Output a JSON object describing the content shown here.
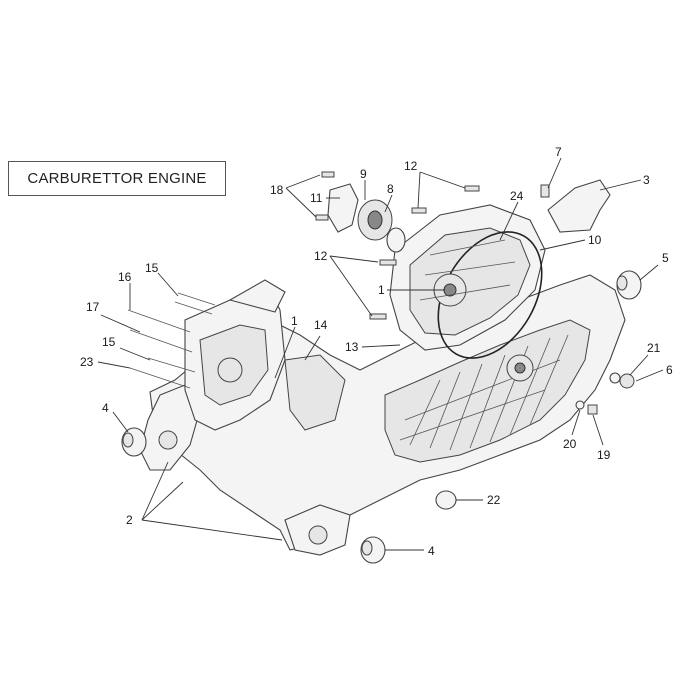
{
  "title": "CARBURETTOR ENGINE",
  "callouts": {
    "c18": "18",
    "c11": "11",
    "c9": "9",
    "c8": "8",
    "c12a": "12",
    "c7": "7",
    "c3": "3",
    "c24": "24",
    "c10": "10",
    "c12b": "12",
    "c5": "5",
    "c1a": "1",
    "c16": "16",
    "c15a": "15",
    "c17": "17",
    "c1b": "1",
    "c14": "14",
    "c15b": "15",
    "c13": "13",
    "c23": "23",
    "c21": "21",
    "c6": "6",
    "c4a": "4",
    "c20": "20",
    "c19": "19",
    "c22": "22",
    "c2": "2",
    "c4b": "4"
  }
}
